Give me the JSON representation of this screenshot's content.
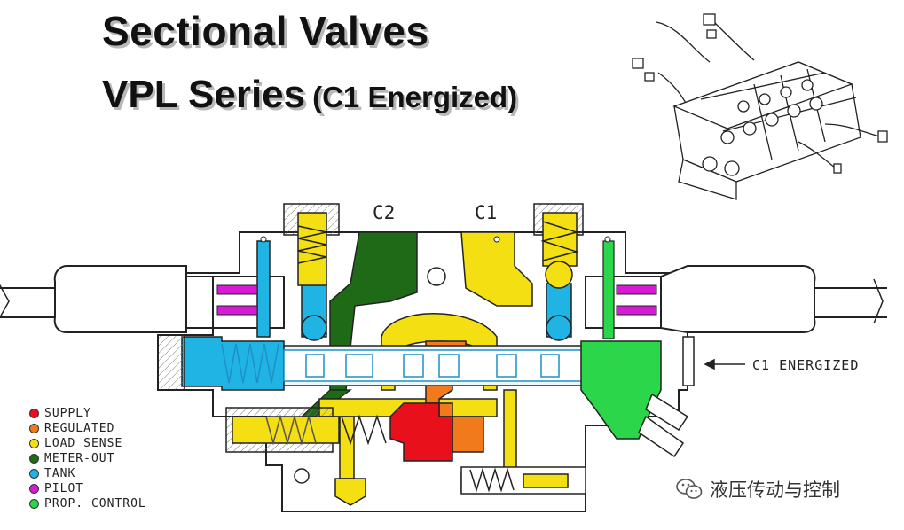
{
  "header": {
    "title": "Sectional Valves",
    "subtitle_main": "VPL Series",
    "subtitle_paren": "(C1 Energized)"
  },
  "ports": {
    "c2": "C2",
    "c1": "C1"
  },
  "callout": {
    "label": "C1 ENERGIZED"
  },
  "legend": [
    {
      "label": "SUPPLY",
      "color": "#e8101a"
    },
    {
      "label": "REGULATED",
      "color": "#f07a1c"
    },
    {
      "label": "LOAD SENSE",
      "color": "#f4df12"
    },
    {
      "label": "METER-OUT",
      "color": "#1f6a17"
    },
    {
      "label": "TANK",
      "color": "#1fb4e4"
    },
    {
      "label": "PILOT",
      "color": "#d61ad6"
    },
    {
      "label": "PROP. CONTROL",
      "color": "#2bd64a"
    }
  ],
  "watermark": {
    "text": "液压传动与控制",
    "icon": "wechat-icon"
  }
}
